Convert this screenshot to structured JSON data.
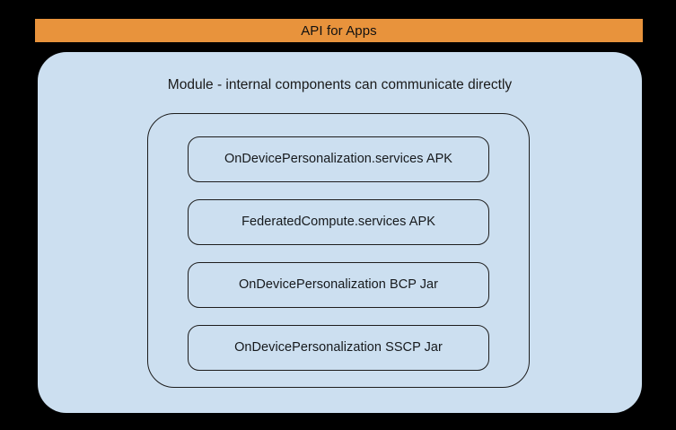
{
  "diagram": {
    "background_color": "#000000",
    "banner": {
      "label": "API for Apps",
      "fill_color": "#e8933c",
      "text_color": "#111111"
    },
    "panel": {
      "heading": "Module - internal components can communicate directly",
      "fill_color": "#ccdff0",
      "text_color": "#1a1a1a"
    },
    "internal_group": {
      "border_color": "#1d1d1d"
    },
    "components": [
      {
        "label": "OnDevicePersonalization.services APK"
      },
      {
        "label": "FederatedCompute.services APK"
      },
      {
        "label": "OnDevicePersonalization BCP Jar"
      },
      {
        "label": "OnDevicePersonalization SSCP Jar"
      }
    ]
  }
}
